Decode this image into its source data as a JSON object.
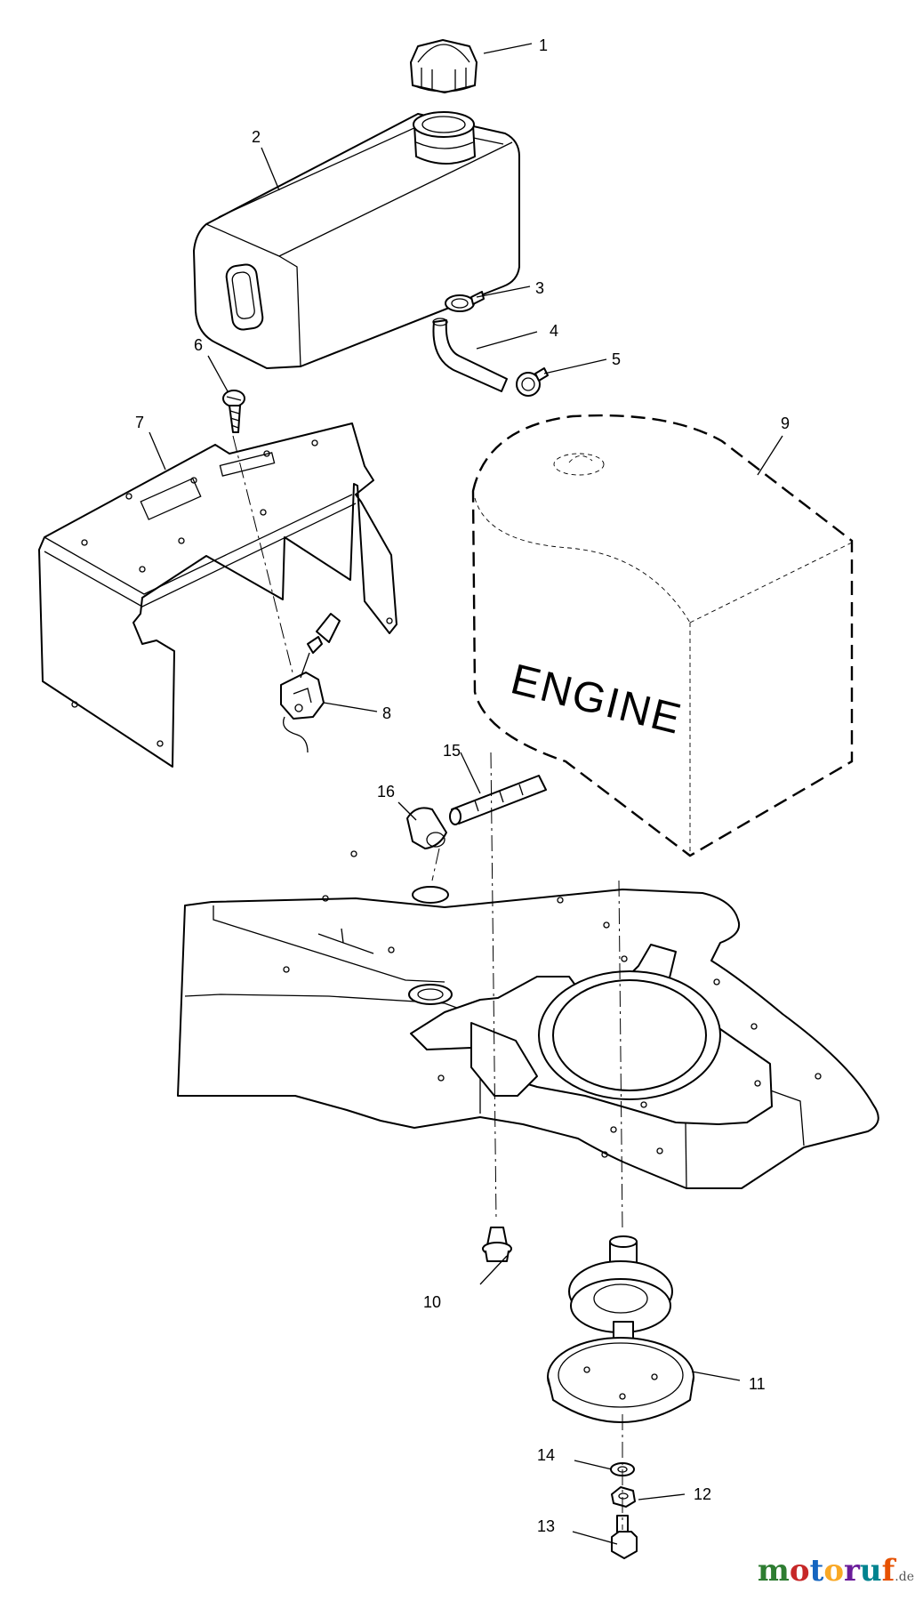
{
  "diagram": {
    "engine_label": "ENGINE",
    "callouts": [
      "1",
      "2",
      "3",
      "4",
      "5",
      "6",
      "7",
      "8",
      "9",
      "10",
      "11",
      "12",
      "13",
      "14",
      "15",
      "16"
    ]
  },
  "watermark": {
    "text": "motoruf",
    "tld": ".de",
    "colors": [
      "#2e7d32",
      "#c62828",
      "#1565c0",
      "#f9a825",
      "#6a1b9a",
      "#00838f",
      "#e65100"
    ]
  }
}
